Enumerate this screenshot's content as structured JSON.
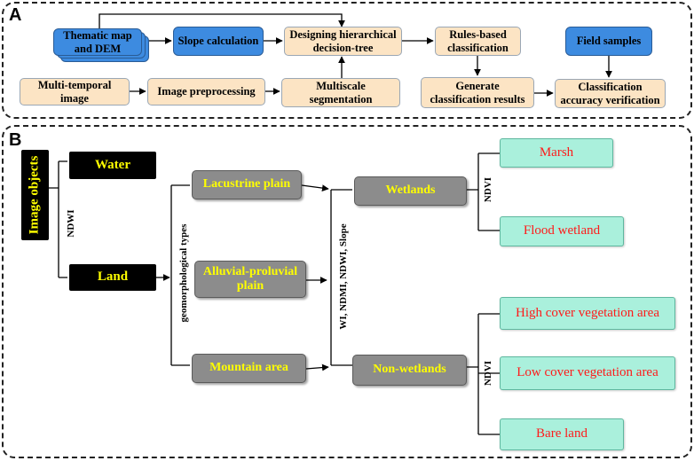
{
  "panel_a": {
    "label": "A",
    "nodes": {
      "thematic": "Thematic map and DEM",
      "slope": "Slope calculation",
      "design": "Designing hierarchical decision-tree",
      "rules": "Rules-based classification",
      "field": "Field samples",
      "multi": "Multi-temporal image",
      "preproc": "Image preprocessing",
      "seg": "Multiscale segmentation",
      "generate": "Generate classification results",
      "accuracy": "Classification accuracy verification"
    }
  },
  "panel_b": {
    "label": "B",
    "nodes": {
      "image_objects": "Image objects",
      "water": "Water",
      "land": "Land",
      "lacustrine": "Lacustrine plain",
      "alluvial": "Alluvial-proluvial plain",
      "mountain": "Mountain area",
      "wetlands": "Wetlands",
      "nonwetlands": "Non-wetlands",
      "marsh": "Marsh",
      "flood": "Flood wetland",
      "high": "High cover vegetation area",
      "low": "Low cover vegetation area",
      "bare": "Bare land"
    },
    "edge_labels": {
      "ndwi": "NDWI",
      "geomorph": "geomorphological types",
      "indices": "WI,  NDMI,  NDWI,  Slope",
      "ndvi_top": "NDVI",
      "ndvi_bottom": "NDVI"
    }
  },
  "colors": {
    "peach": "#fce4c4",
    "blue": "#3d8be0",
    "black_box": "#000000",
    "gray_box": "#8c8c8c",
    "teal_box": "#aaf0dc",
    "yellow_text": "#ffff00",
    "red_text": "#ff1a1a"
  }
}
